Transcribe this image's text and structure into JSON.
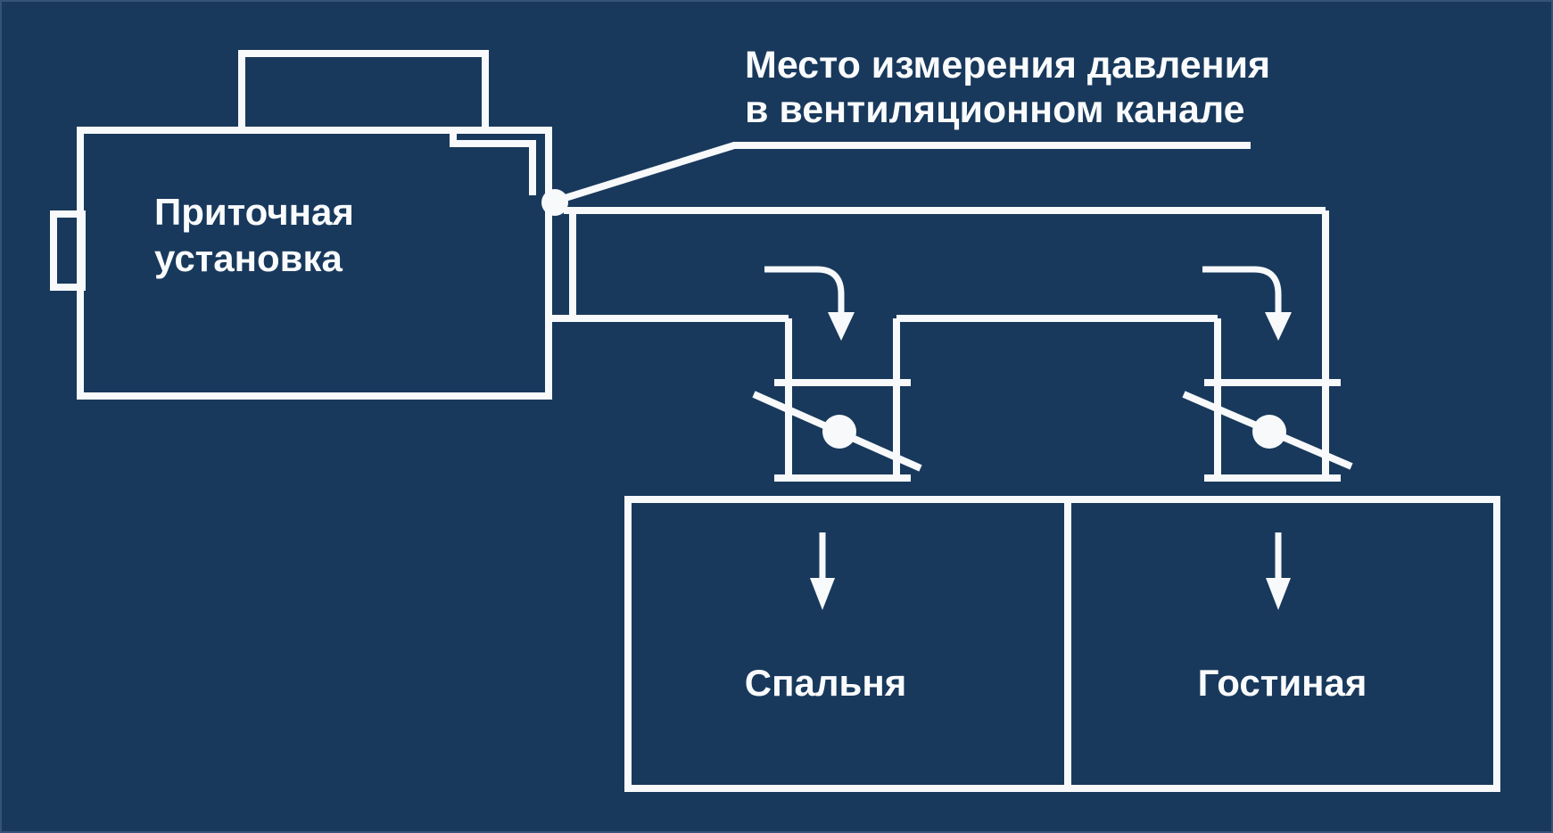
{
  "diagram": {
    "note": {
      "line1": "Место измерения давления",
      "line2": "в вентиляционном канале"
    },
    "unit": {
      "line1": "Приточная",
      "line2": "установка"
    },
    "rooms": [
      {
        "label": "Спальня"
      },
      {
        "label": "Гостиная"
      }
    ],
    "colors": {
      "background": "#18395C",
      "line": "#F7F9FB"
    }
  }
}
